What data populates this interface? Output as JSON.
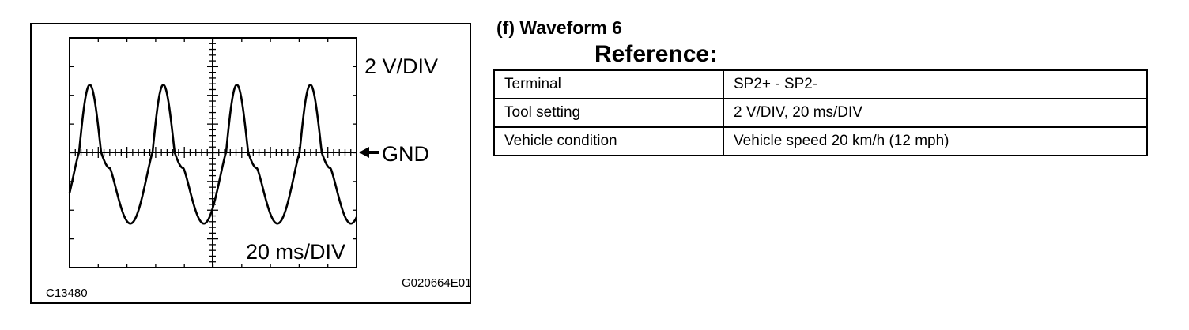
{
  "scope": {
    "volt_div": "2 V/DIV",
    "gnd": "GND",
    "time_div": "20 ms/DIV",
    "code_left": "C13480",
    "code_right": "G020664E01"
  },
  "section_title": "(f) Waveform 6",
  "reference_title": "Reference:",
  "table": {
    "rows": [
      {
        "label": "Terminal",
        "value": "SP2+ - SP2-"
      },
      {
        "label": "Tool setting",
        "value": "2 V/DIV, 20 ms/DIV"
      },
      {
        "label": "Vehicle condition",
        "value": "Vehicle speed 20 km/h (12 mph)"
      }
    ]
  }
}
